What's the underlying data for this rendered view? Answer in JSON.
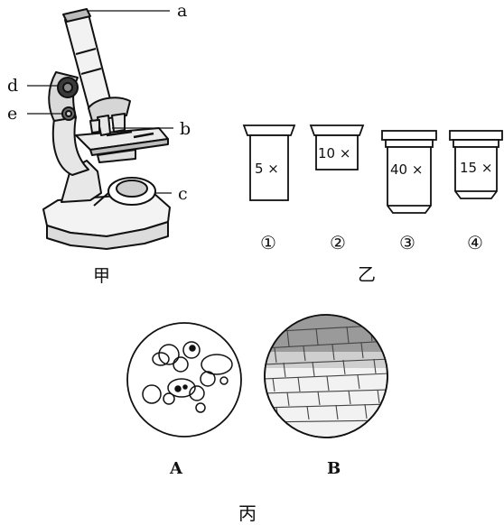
{
  "microscope": {
    "labels": {
      "a": "a",
      "b": "b",
      "c": "c",
      "d": "d",
      "e": "e"
    },
    "panel_label": "甲"
  },
  "lenses": {
    "items": [
      {
        "magnification": "5 ×",
        "number": "①"
      },
      {
        "magnification": "10 ×",
        "number": "②"
      },
      {
        "magnification": "40 ×",
        "number": "③"
      },
      {
        "magnification": "15 ×",
        "number": "④"
      }
    ],
    "panel_label": "乙"
  },
  "views": {
    "A": "A",
    "B": "B",
    "panel_label": "丙"
  }
}
